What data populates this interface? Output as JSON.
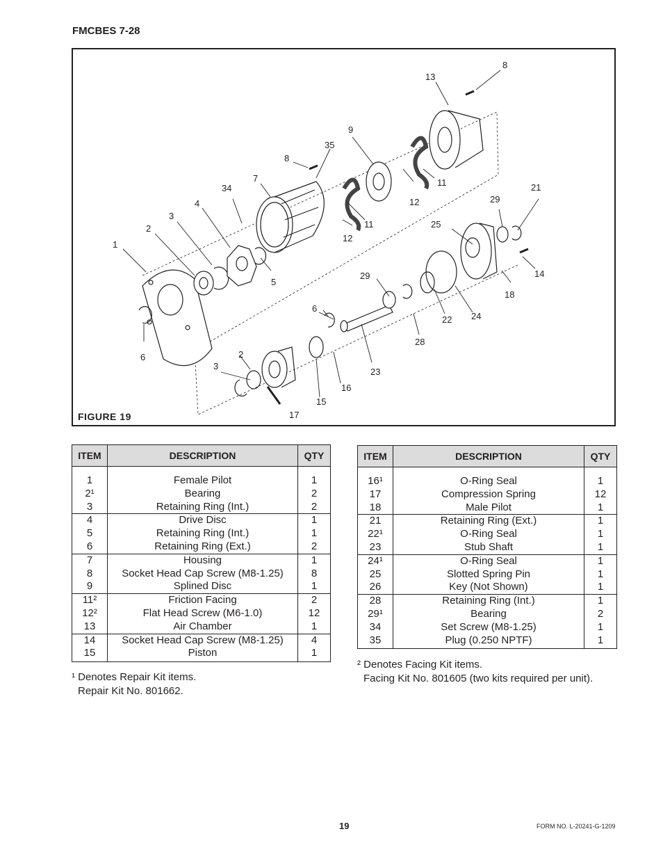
{
  "header": {
    "title": "FMCBES 7-28"
  },
  "figure": {
    "label": "FIGURE  19",
    "callouts": [
      "1",
      "2",
      "3",
      "4",
      "34",
      "7",
      "8",
      "35",
      "9",
      "13",
      "8",
      "11",
      "12",
      "11",
      "12",
      "21",
      "29",
      "25",
      "14",
      "18",
      "24",
      "22",
      "28",
      "29",
      "6",
      "23",
      "16",
      "15",
      "17",
      "3",
      "2",
      "5",
      "6"
    ]
  },
  "table_left": {
    "headers": {
      "item": "ITEM",
      "description": "DESCRIPTION",
      "qty": "QTY"
    },
    "rows": [
      {
        "item": "1",
        "description": "Female Pilot",
        "qty": "1"
      },
      {
        "item": "2¹",
        "description": "Bearing",
        "qty": "2"
      },
      {
        "item": "3",
        "description": "Retaining Ring (Int.)",
        "qty": "2"
      },
      {
        "item": "4",
        "description": "Drive Disc",
        "qty": "1"
      },
      {
        "item": "5",
        "description": "Retaining Ring (Int.)",
        "qty": "1"
      },
      {
        "item": "6",
        "description": "Retaining Ring (Ext.)",
        "qty": "2"
      },
      {
        "item": "7",
        "description": "Housing",
        "qty": "1"
      },
      {
        "item": "8",
        "description": "Socket Head Cap Screw (M8-1.25)",
        "qty": "8"
      },
      {
        "item": "9",
        "description": "Splined Disc",
        "qty": "1"
      },
      {
        "item": "11²",
        "description": "Friction Facing",
        "qty": "2"
      },
      {
        "item": "12²",
        "description": "Flat Head Screw (M6-1.0)",
        "qty": "12"
      },
      {
        "item": "13",
        "description": "Air Chamber",
        "qty": "1"
      },
      {
        "item": "14",
        "description": "Socket Head Cap Screw (M8-1.25)",
        "qty": "4"
      },
      {
        "item": "15",
        "description": "Piston",
        "qty": "1"
      }
    ]
  },
  "table_right": {
    "headers": {
      "item": "ITEM",
      "description": "DESCRIPTION",
      "qty": "QTY"
    },
    "rows": [
      {
        "item": "16¹",
        "description": "O-Ring Seal",
        "qty": "1"
      },
      {
        "item": "17",
        "description": "Compression Spring",
        "qty": "12"
      },
      {
        "item": "18",
        "description": "Male Pilot",
        "qty": "1"
      },
      {
        "item": "21",
        "description": "Retaining Ring (Ext.)",
        "qty": "1"
      },
      {
        "item": "22¹",
        "description": "O-Ring Seal",
        "qty": "1"
      },
      {
        "item": "23",
        "description": "Stub Shaft",
        "qty": "1"
      },
      {
        "item": "24¹",
        "description": "O-Ring Seal",
        "qty": "1"
      },
      {
        "item": "25",
        "description": "Slotted Spring Pin",
        "qty": "1"
      },
      {
        "item": "26",
        "description": "Key (Not Shown)",
        "qty": "1"
      },
      {
        "item": "28",
        "description": "Retaining Ring (Int.)",
        "qty": "1"
      },
      {
        "item": "29¹",
        "description": "Bearing",
        "qty": "2"
      },
      {
        "item": "34",
        "description": "Set Screw (M8-1.25)",
        "qty": "1"
      },
      {
        "item": "35",
        "description": "Plug (0.250 NPTF)",
        "qty": "1"
      }
    ]
  },
  "footnotes": {
    "left": {
      "line1": "¹ Denotes Repair Kit items.",
      "line2": "Repair Kit No. 801662."
    },
    "right": {
      "line1": "² Denotes Facing Kit items.",
      "line2": "Facing Kit No. 801605 (two kits required per unit)."
    }
  },
  "footer": {
    "page_number": "19",
    "form_number": "FORM NO. L-20241-G-1209"
  }
}
